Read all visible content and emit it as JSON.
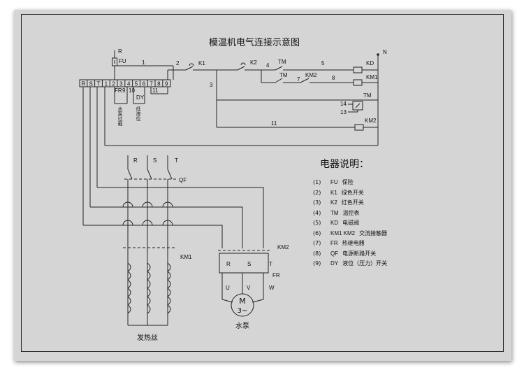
{
  "title": "模温机电气连接示意图",
  "legend": {
    "heading": "电器说明：",
    "items": [
      {
        "num": "(1)",
        "code": "FU",
        "desc": "保险"
      },
      {
        "num": "(2)",
        "code": "K1",
        "desc": "绿色开关"
      },
      {
        "num": "(3)",
        "code": "K2",
        "desc": "红色开关"
      },
      {
        "num": "(4)",
        "code": "TM",
        "desc": "温控表"
      },
      {
        "num": "(5)",
        "code": "KD",
        "desc": "电磁阀"
      },
      {
        "num": "(6)",
        "code": "KM1  KM2",
        "desc": "交流接触器"
      },
      {
        "num": "(7)",
        "code": "FR",
        "desc": "热继电器"
      },
      {
        "num": "(8)",
        "code": "QF",
        "desc": "电源断路开关"
      },
      {
        "num": "(9)",
        "code": "DY",
        "desc": "液位（压力）开关"
      }
    ]
  },
  "control_labels": {
    "r": "R",
    "fu": "FU",
    "n": "N",
    "k1": "K1",
    "k2": "K2",
    "tm": "TM",
    "km2_contact": "KM2",
    "kd": "KD",
    "km1_coil": "KM1",
    "tm_coil": "TM",
    "km2_coil": "KM2",
    "fr": "FR",
    "dy": "DY",
    "w1": "1",
    "w2": "2",
    "w3": "3",
    "w4": "4",
    "w5": "5",
    "w7": "7",
    "w8": "8",
    "w11": "11",
    "w11b": "11",
    "t14": "14",
    "t13": "13",
    "n9": "9",
    "n10": "10"
  },
  "terminal_strip": [
    "R",
    "S",
    "T",
    "1",
    "2",
    "3",
    "4",
    "5",
    "6",
    "7",
    "8",
    "9"
  ],
  "notes": {
    "pump_overload": "水泵过载",
    "low_level": "低液位"
  },
  "power_labels": {
    "r": "R",
    "s": "S",
    "t": "T",
    "qf": "QF",
    "km1": "KM1",
    "km2": "KM2",
    "mr": "R",
    "ms": "S",
    "mt": "T",
    "fr": "FR",
    "u": "U",
    "v": "V",
    "w": "W",
    "motor_m": "M",
    "motor_phase": "3~",
    "pump": "水泵",
    "heater": "发热丝"
  }
}
